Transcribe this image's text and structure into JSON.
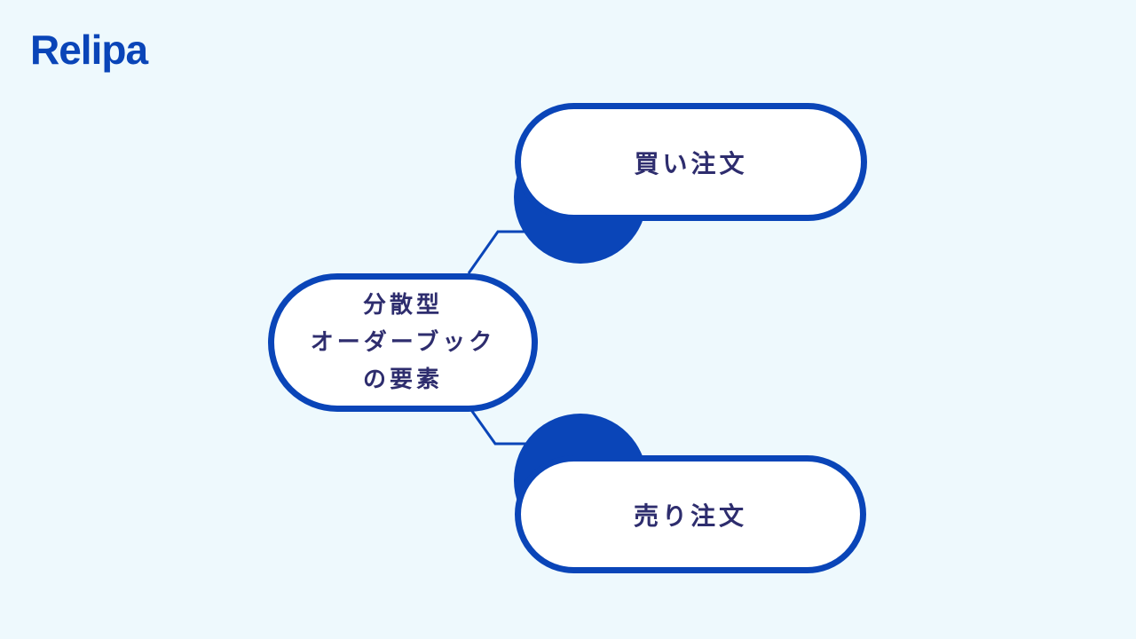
{
  "brand": {
    "logo_text": "Relipa",
    "color": "#0a45b8"
  },
  "colors": {
    "background": "#eef9fd",
    "accent": "#0a45b8",
    "text": "#2e2d6e",
    "pill_fill": "#ffffff"
  },
  "diagram": {
    "center": {
      "lines": [
        "分散型",
        "オーダーブック",
        "の要素"
      ]
    },
    "branches": [
      {
        "label": "買い注文"
      },
      {
        "label": "売り注文"
      }
    ]
  }
}
